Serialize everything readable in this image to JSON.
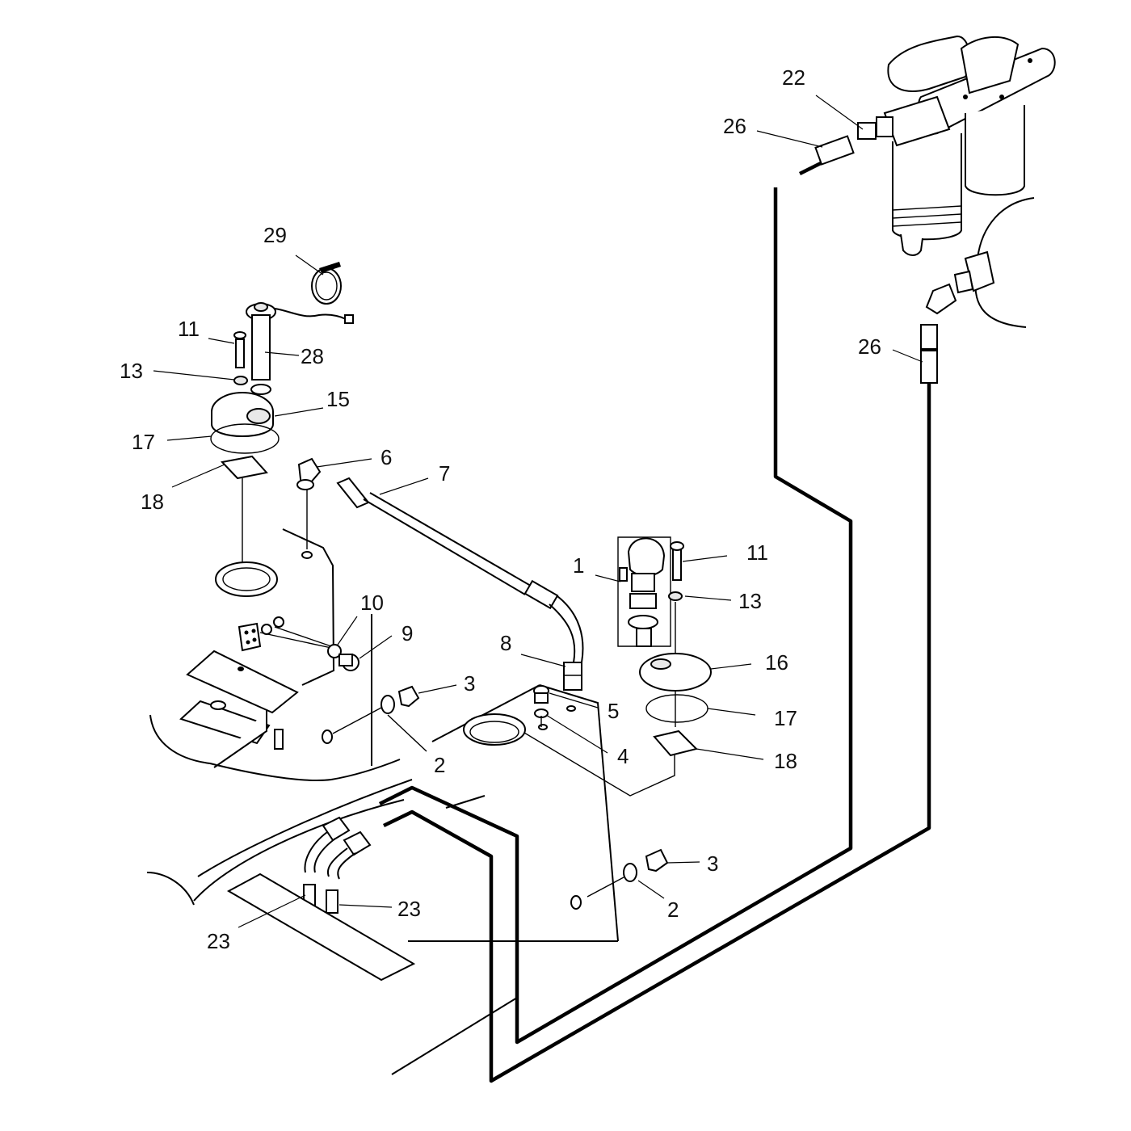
{
  "colors": {
    "line": "#000000",
    "background": "#ffffff",
    "part_fill": "#ffffff",
    "shade": "#e8e8e8"
  },
  "callouts": {
    "c29": "29",
    "c11a": "11",
    "c28": "28",
    "c13a": "13",
    "c15": "15",
    "c17a": "17",
    "c18a": "18",
    "c6": "6",
    "c7": "7",
    "c10": "10",
    "c9": "9",
    "c8": "8",
    "c1": "1",
    "c11b": "11",
    "c13b": "13",
    "c16": "16",
    "c17b": "17",
    "c18b": "18",
    "c3a": "3",
    "c5": "5",
    "c4": "4",
    "c2a": "2",
    "c3b": "3",
    "c2b": "2",
    "c23a": "23",
    "c23b": "23",
    "c22": "22",
    "c26a": "26",
    "c26b": "26"
  }
}
